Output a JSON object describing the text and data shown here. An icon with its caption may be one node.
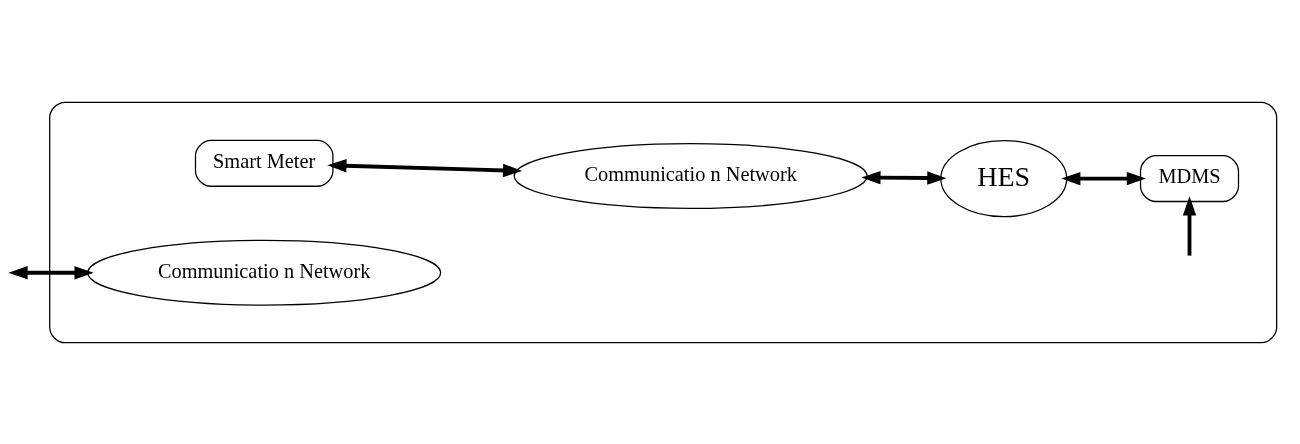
{
  "diagram": {
    "nodes": [
      {
        "text": [],
        "shape": "box"
      },
      {
        "text": [
          "Smart Meter"
        ],
        "in": 0
      },
      {
        "text": [
          "Communicatio n Network"
        ],
        "in": 0
      },
      {
        "text": [
          "HES"
        ],
        "in": 0
      },
      {
        "text": [
          "MDMS"
        ],
        "in": 0
      },
      {
        "text": [
          "Communicatio n Network"
        ],
        "in": 0
      }
    ],
    "edges": [
      {
        "from": 1,
        "to": 2,
        "arrow": "both"
      },
      {
        "from": 2,
        "to": 3,
        "arrow": "both"
      },
      {
        "from": 3,
        "to": 4,
        "arrow": "both"
      },
      {
        "from": null,
        "to": 5,
        "arrow": "both"
      },
      {
        "from": null,
        "to": 4,
        "arrow": "to"
      }
    ]
  }
}
